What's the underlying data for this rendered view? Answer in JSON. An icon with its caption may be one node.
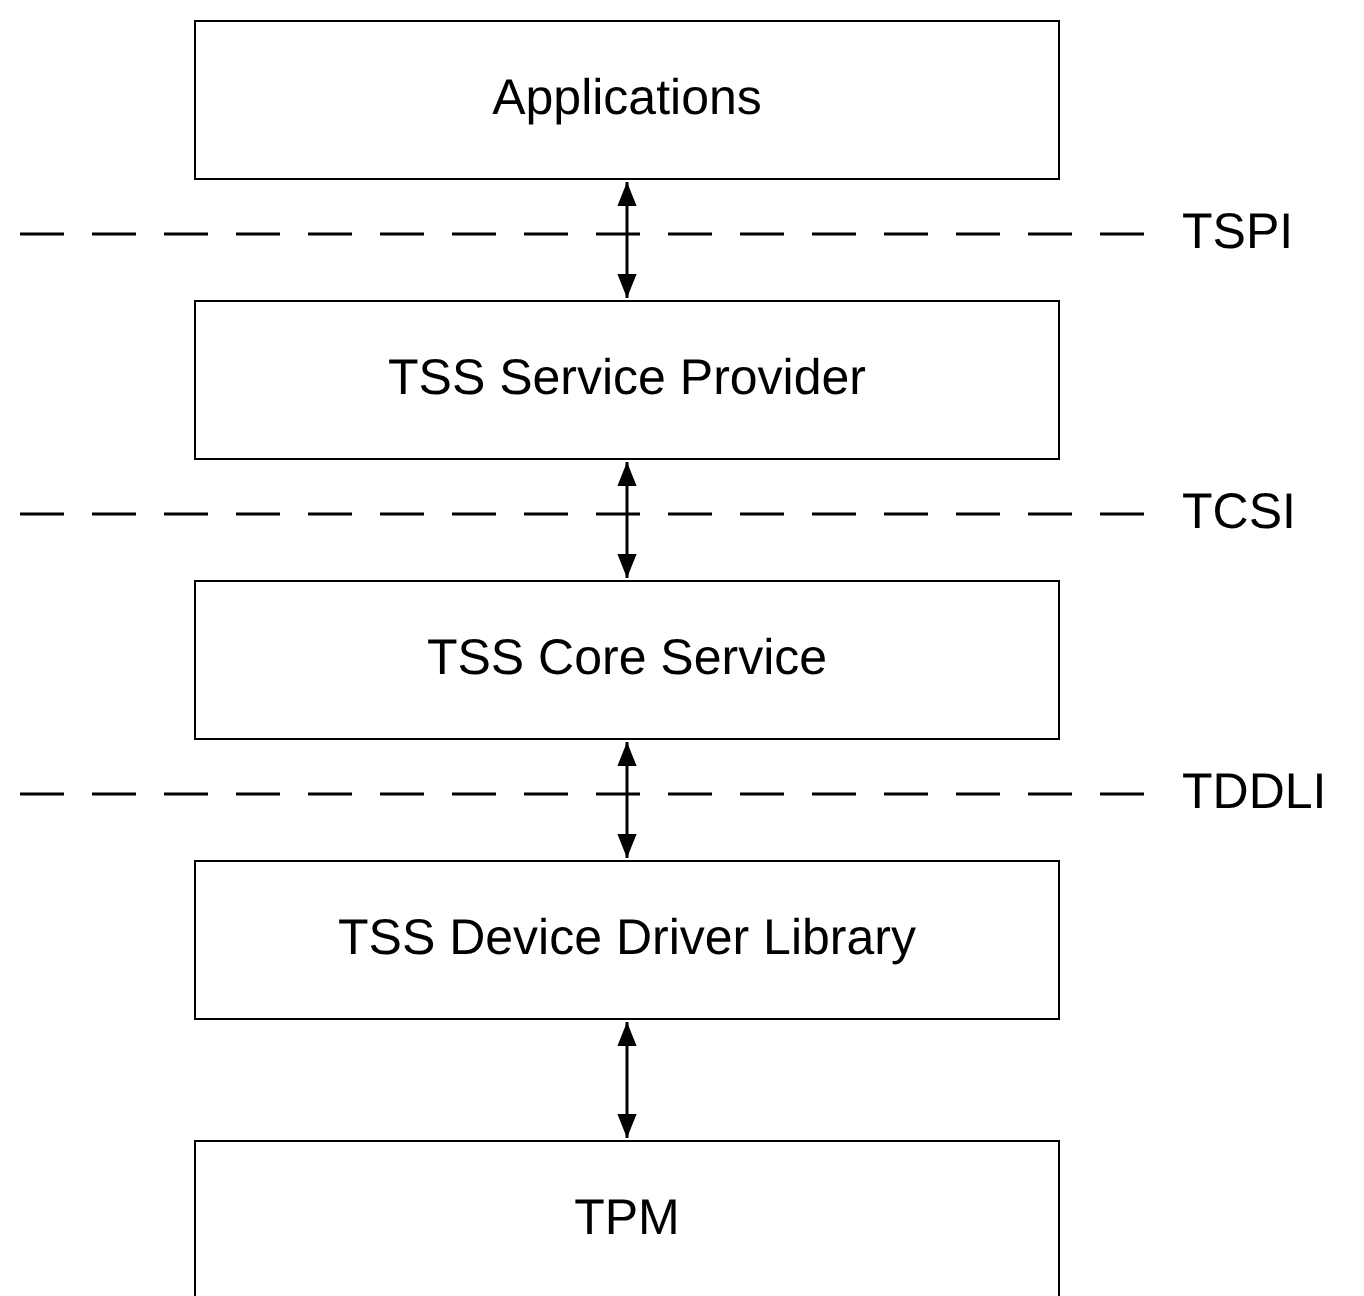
{
  "diagram": {
    "nodes": [
      {
        "text": [
          "Applications"
        ]
      },
      {
        "text": [
          "TSS Service Provider"
        ]
      },
      {
        "text": [
          "TSS Core Service"
        ]
      },
      {
        "text": [
          "TSS Device Driver Library"
        ]
      },
      {
        "text": [
          "TPM"
        ]
      }
    ],
    "edges": [
      {
        "from": 0,
        "to": 1,
        "arrow": "both"
      },
      {
        "from": 1,
        "to": 2,
        "arrow": "both"
      },
      {
        "from": 2,
        "to": 3,
        "arrow": "both"
      },
      {
        "from": 3,
        "to": 4,
        "arrow": "both"
      }
    ],
    "labels": [
      "TSPI",
      "TCSI",
      "TDDLI"
    ]
  }
}
